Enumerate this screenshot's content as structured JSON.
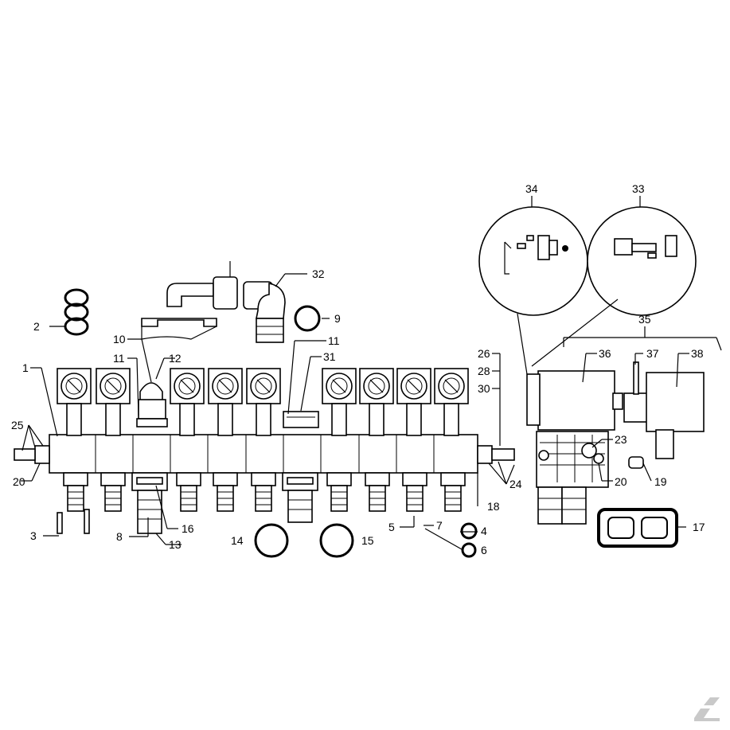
{
  "diagram": {
    "labels": {
      "l1": "1",
      "l2": "2",
      "l3": "3",
      "l4": "4",
      "l5": "5",
      "l6": "6",
      "l7": "7",
      "l8": "8",
      "l9": "9",
      "l10": "10",
      "l11a": "11",
      "l11b": "11",
      "l12": "12",
      "l13": "13",
      "l14": "14",
      "l15": "15",
      "l16": "16",
      "l17": "17",
      "l18": "18",
      "l19": "19",
      "l20a": "20",
      "l20b": "20",
      "l23": "23",
      "l24": "24",
      "l25": "25",
      "l26": "26",
      "l28": "28",
      "l30": "30",
      "l31": "31",
      "l32": "32",
      "l33": "33",
      "l34": "34",
      "l35": "35",
      "l36": "36",
      "l37": "37",
      "l38": "38"
    }
  }
}
